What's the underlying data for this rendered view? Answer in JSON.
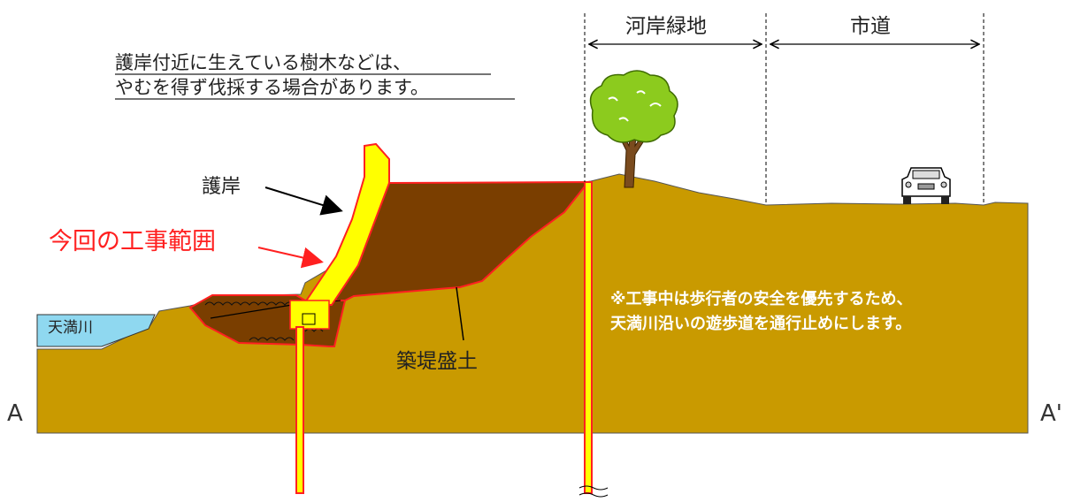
{
  "notes": {
    "tree_notice": {
      "line1": "護岸付近に生えている樹木などは、",
      "line2": "やむを得ず伐採する場合があります。"
    },
    "walkway_notice": {
      "line1": "※工事中は歩行者の安全を優先するため、",
      "line2": "天満川沿いの遊歩道を通行止めにします。"
    }
  },
  "labels": {
    "revetment": "護岸",
    "construction_scope": "今回の工事範囲",
    "river": "天満川",
    "embankment_fill": "築堤盛土",
    "riverside_green": "河岸緑地",
    "city_road": "市道",
    "section_start": "A",
    "section_end": "A'"
  },
  "colors": {
    "ground": "#C99A00",
    "fill_brown": "#7A3E00",
    "revetment_yellow": "#FFFF00",
    "scope_red": "#FF2020",
    "water": "#8FD8F0",
    "tree_green": "#8CCB1E",
    "trunk": "#7A4B1E"
  }
}
